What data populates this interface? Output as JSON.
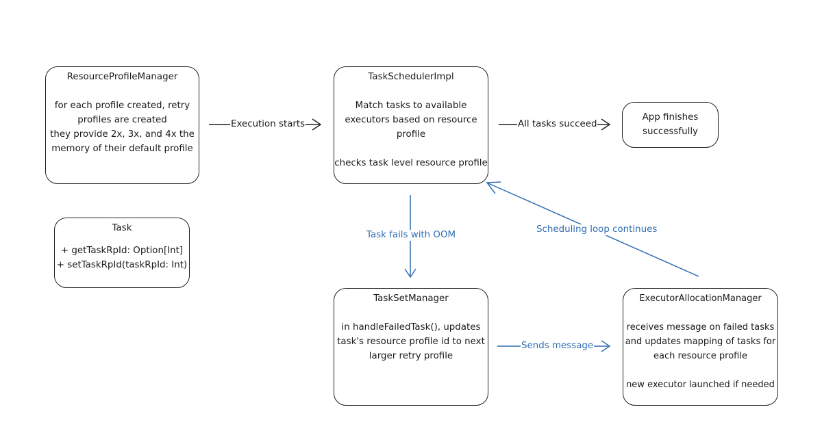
{
  "nodes": {
    "resource_profile_manager": {
      "title": "ResourceProfileManager",
      "lines": [
        "for each profile created, retry",
        "profiles are created",
        "they provide 2x, 3x, and 4x the",
        "memory of their default profile"
      ]
    },
    "task_scheduler_impl": {
      "title": "TaskSchedulerImpl",
      "lines": [
        "Match tasks to available",
        "executors based on resource",
        "profile"
      ],
      "footer": "checks task level resource profile"
    },
    "app_finishes": {
      "lines": [
        "App finishes",
        "successfully"
      ]
    },
    "task": {
      "title": "Task",
      "lines": [
        "+ getTaskRpId: Option[Int]",
        "+ setTaskRpId(taskRpId: Int)"
      ]
    },
    "task_set_manager": {
      "title": "TaskSetManager",
      "lines": [
        "in handleFailedTask(), updates",
        "task's resource profile id to next",
        "larger retry profile"
      ]
    },
    "executor_allocation_manager": {
      "title": "ExecutorAllocationManager",
      "lines": [
        "receives message on failed tasks",
        "and updates mapping of tasks for",
        "each resource profile"
      ],
      "footer": "new executor launched if needed"
    }
  },
  "edges": {
    "execution_starts": "Execution starts",
    "all_tasks_succeed": "All tasks succeed",
    "task_fails_oom": "Task fails with OOM",
    "sends_message": "Sends message",
    "scheduling_loop": "Scheduling loop continues"
  },
  "colors": {
    "dark_edge": "#1f1f1f",
    "blue_edge": "#2f6db3"
  }
}
